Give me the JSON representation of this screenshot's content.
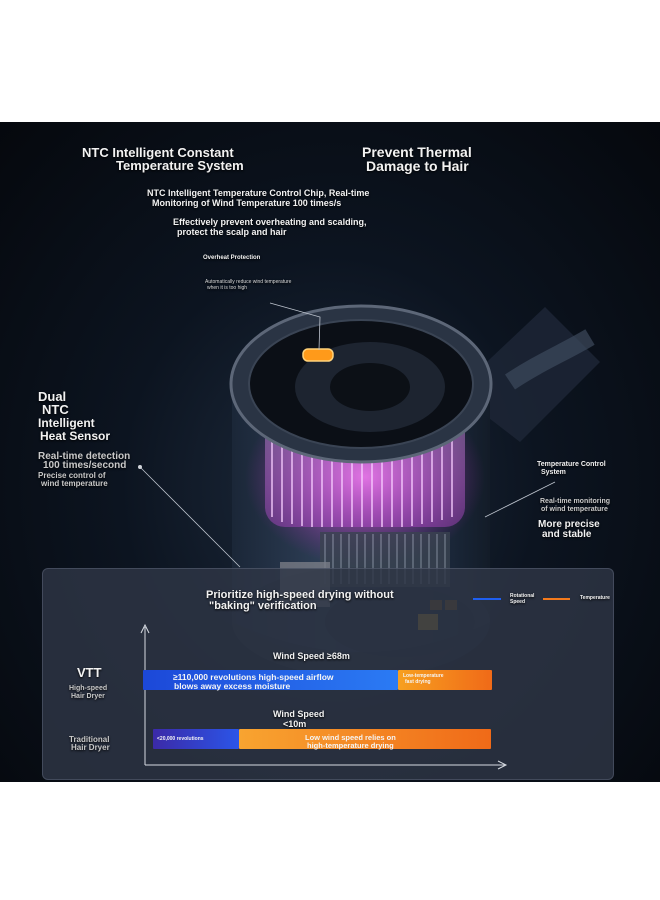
{
  "header": {
    "title_left_1": "NTC Intelligent Constant",
    "title_left_2": "Temperature System",
    "title_right_1": "Prevent Thermal",
    "title_right_2": "Damage to Hair",
    "sub1_line1": "NTC Intelligent Temperature Control Chip, Real-time",
    "sub1_line2": "Monitoring of Wind Temperature 100 times/s",
    "sub2_line1": "Effectively prevent overheating and scalding,",
    "sub2_line2": "protect the scalp and hair"
  },
  "overheat": {
    "title": "Overheat Protection",
    "desc_line1": "Automatically reduce wind temperature",
    "desc_line2": "when it is too high"
  },
  "left_callout": {
    "title_1": "Dual",
    "title_2": "NTC",
    "title_3": "Intelligent",
    "title_4": "Heat Sensor",
    "line1": "Real-time detection",
    "line2": "100 times/second",
    "line3": "Precise control of",
    "line4": "wind temperature"
  },
  "right_callout": {
    "title_1": "Temperature Control",
    "title_2": "System",
    "line1": "Real-time monitoring",
    "line2": "of wind temperature",
    "line3": "More precise",
    "line4": "and stable"
  },
  "comparison": {
    "heading_1": "Prioritize high-speed drying without",
    "heading_2": "\"baking\" verification",
    "legend_rotational": "Rotational Speed",
    "legend_temperature": "Temperature",
    "colors": {
      "rotational": "#1f5ff0",
      "temperature": "#f47a1c"
    },
    "vtt": {
      "brand": "VTT",
      "label_1": "High-speed",
      "label_2": "Hair Dryer",
      "wind_speed": "Wind Speed ≥68m",
      "bar_text_1": "≥110,000 revolutions high-speed airflow",
      "bar_text_2": "blows away excess moisture",
      "temp_text_1": "Low-temperature",
      "temp_text_2": "fast drying"
    },
    "traditional": {
      "label_1": "Traditional",
      "label_2": "Hair Dryer",
      "wind_speed_1": "Wind Speed",
      "wind_speed_2": "<10m",
      "bar_text": "<20,000 revolutions",
      "temp_text_1": "Low wind speed relies on",
      "temp_text_2": "high-temperature drying"
    }
  }
}
